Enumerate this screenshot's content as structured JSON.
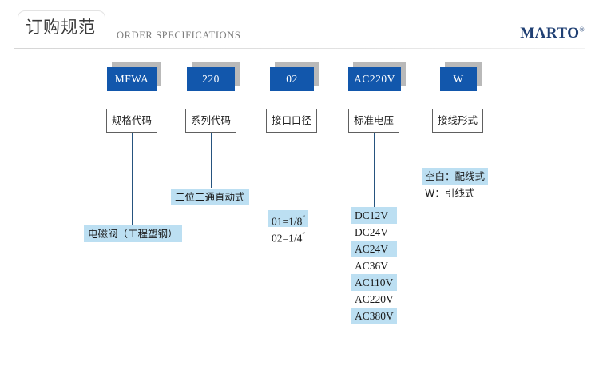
{
  "header": {
    "title_cn": "订购规范",
    "title_en": "ORDER SPECIFICATIONS",
    "brand": "MARTO",
    "brand_mark": "®"
  },
  "diagram": {
    "columns": [
      {
        "code": "MFWA",
        "label": "规格代码",
        "callout": "电磁阀（工程塑钢）"
      },
      {
        "code": "220",
        "label": "系列代码",
        "callout": "二位二通直动式"
      },
      {
        "code": "02",
        "label": "接口口径",
        "options": [
          {
            "text": "01=1/8",
            "unit": "″",
            "highlight": true
          },
          {
            "text": "02=1/4",
            "unit": "″",
            "highlight": false
          }
        ]
      },
      {
        "code": "AC220V",
        "label": "标准电压",
        "options": [
          {
            "text": "DC12V",
            "highlight": true
          },
          {
            "text": "DC24V",
            "highlight": false
          },
          {
            "text": "AC24V",
            "highlight": true
          },
          {
            "text": "AC36V",
            "highlight": false
          },
          {
            "text": "AC110V",
            "highlight": true
          },
          {
            "text": "AC220V",
            "highlight": false
          },
          {
            "text": "AC380V",
            "highlight": true
          }
        ]
      },
      {
        "code": "W",
        "label": "接线形式",
        "options": [
          {
            "text": "空白：配线式",
            "highlight": true
          },
          {
            "text": "W：引线式",
            "highlight": false
          }
        ]
      }
    ]
  },
  "colors": {
    "chip_blue": "#1257ac",
    "chip_shadow": "#b9b9b9",
    "highlight_blue": "#bcdff2",
    "connector": "#26547f",
    "brand_navy": "#1f3f73"
  }
}
